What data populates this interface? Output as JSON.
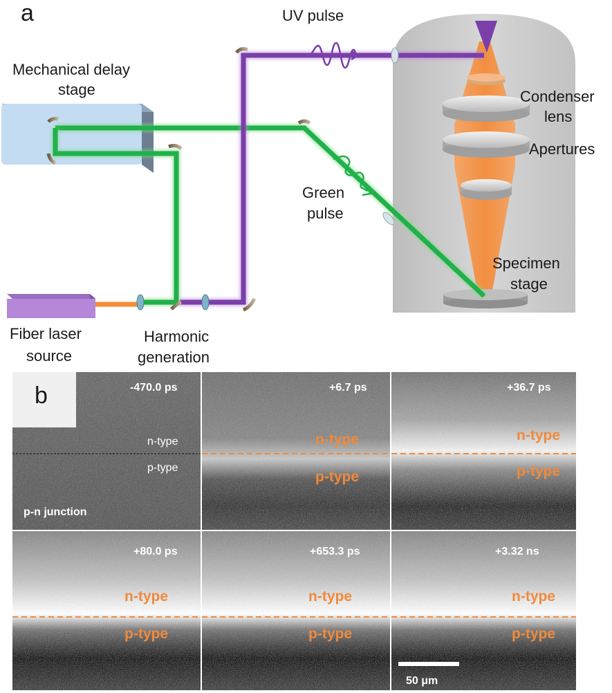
{
  "panel_a": {
    "letter": "a",
    "labels": {
      "uv_pulse": "UV pulse",
      "delay_stage_1": "Mechanical delay",
      "delay_stage_2": "stage",
      "condenser_1": "Condenser",
      "condenser_2": "lens",
      "apertures": "Apertures",
      "green_1": "Green",
      "green_2": "pulse",
      "specimen_1": "Specimen",
      "specimen_2": "stage",
      "fiber_1": "Fiber laser",
      "fiber_2": "source",
      "harmonic_1": "Harmonic",
      "harmonic_2": "generation"
    },
    "colors": {
      "green_beam": "#22b04a",
      "uv_beam": "#7a3fa8",
      "orange_beam": "#f58c3a",
      "column": "#c8c8c8",
      "delay_stage": "#bcd6ef",
      "laser_box": "#b487d8"
    }
  },
  "panel_b": {
    "letter": "b",
    "frames": [
      {
        "time": "-470.0 ps",
        "n_label": "n-type",
        "p_label": "p-type",
        "style": "white",
        "caption": "p-n junction"
      },
      {
        "time": "+6.7 ps",
        "n_label": "n-type",
        "p_label": "p-type",
        "style": "orange"
      },
      {
        "time": "+36.7  ps",
        "n_label": "n-type",
        "p_label": "p-type",
        "style": "orange"
      },
      {
        "time": "+80.0 ps",
        "n_label": "n-type",
        "p_label": "p-type",
        "style": "orange"
      },
      {
        "time": "+653.3 ps",
        "n_label": "n-type",
        "p_label": "p-type",
        "style": "orange"
      },
      {
        "time": "+3.32 ns",
        "n_label": "n-type",
        "p_label": "p-type",
        "style": "orange"
      }
    ],
    "scale_bar": "50 μm"
  }
}
